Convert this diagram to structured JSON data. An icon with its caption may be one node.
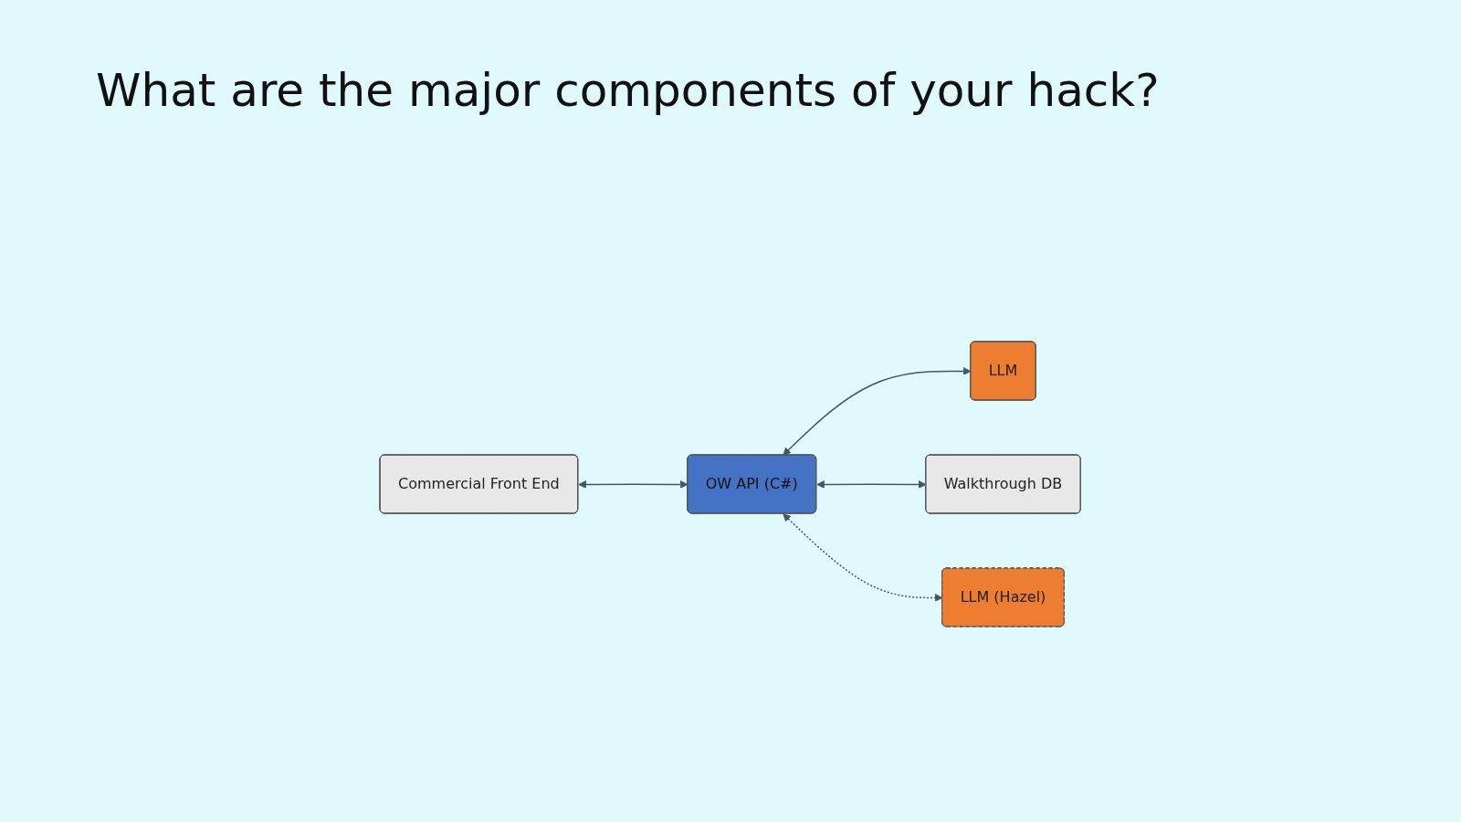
{
  "diagram": {
    "title": "What are the major components of your hack?",
    "nodes": [
      {
        "text": [
          "LLM"
        ]
      },
      {
        "text": [
          "Commercial Front End"
        ]
      },
      {
        "text": [
          "OW API (C#)"
        ]
      },
      {
        "text": [
          "Walkthrough DB"
        ]
      },
      {
        "text": [
          "LLM (Hazel)"
        ]
      }
    ],
    "edges": [
      {
        "from": 2,
        "to": 0,
        "arrow": "both"
      },
      {
        "from": 1,
        "to": 2,
        "arrow": "both"
      },
      {
        "from": 2,
        "to": 3,
        "arrow": "both"
      },
      {
        "from": 2,
        "to": 4,
        "arrow": "both",
        "style": "dashed"
      }
    ]
  }
}
